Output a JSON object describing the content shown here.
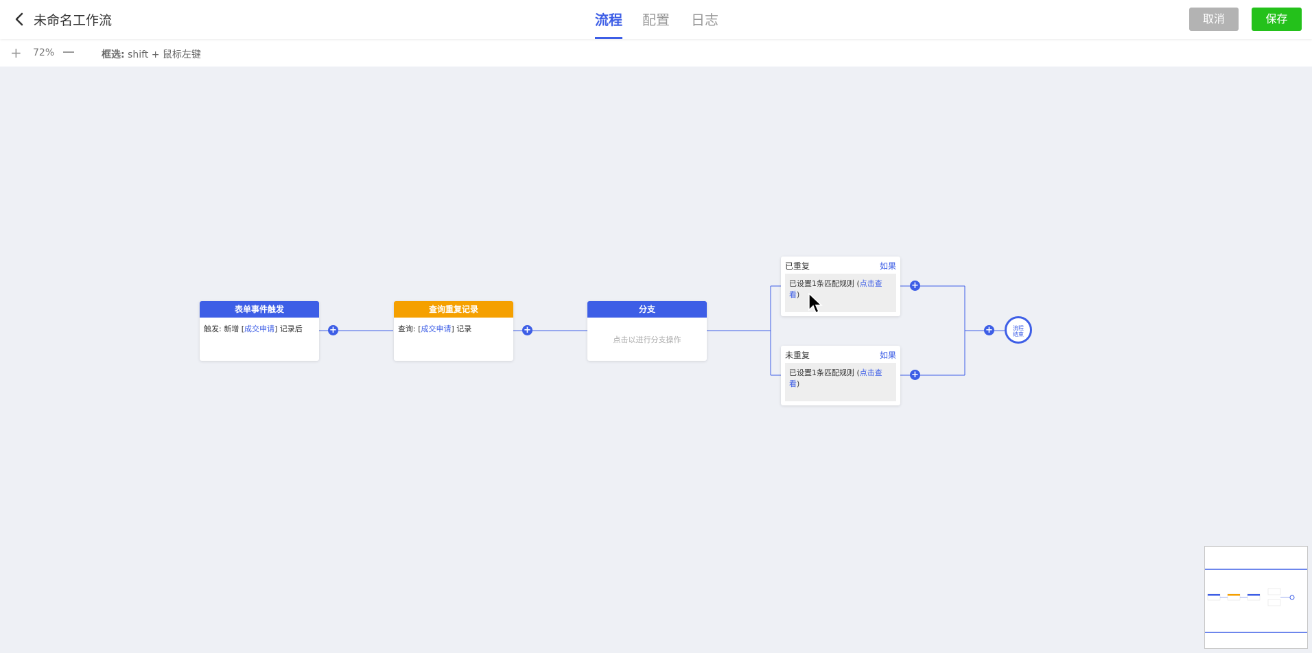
{
  "header": {
    "title": "未命名工作流",
    "tabs": [
      {
        "label": "流程",
        "active": true
      },
      {
        "label": "配置",
        "active": false
      },
      {
        "label": "日志",
        "active": false
      }
    ],
    "cancel_label": "取消",
    "save_label": "保存"
  },
  "toolbar": {
    "zoom_in": "+",
    "zoom_level": "72%",
    "hint_label": "框选:",
    "hint_text": " shift + 鼠标左键"
  },
  "flow": {
    "nodes": [
      {
        "title": "表单事件触发",
        "color": "#3d5ee6",
        "body_prefix": "触发:  新增 [",
        "body_link": "成交申请",
        "body_suffix": "] 记录后"
      },
      {
        "title": "查询重复记录",
        "color": "#f5a000",
        "body_prefix": "查询:  [",
        "body_link": "成交申请",
        "body_suffix": "] 记录"
      },
      {
        "title": "分支",
        "color": "#3d5ee6",
        "body_text": "点击以进行分支操作"
      }
    ],
    "branches": [
      {
        "name": "已重复",
        "condition_label": "如果",
        "rule_prefix": "已设置1条匹配规则 (",
        "rule_link": "点击查看",
        "rule_suffix": ")"
      },
      {
        "name": "未重复",
        "condition_label": "如果",
        "rule_prefix": "已设置1条匹配规则 (",
        "rule_link": "点击查看",
        "rule_suffix": ")"
      }
    ],
    "plus_symbol": "+",
    "end_node": {
      "line1": "流程",
      "line2": "结束"
    }
  },
  "colors": {
    "accent": "#3d5ee6",
    "save": "#24c11b",
    "cancel": "#b3b3b3",
    "query": "#f5a000"
  }
}
